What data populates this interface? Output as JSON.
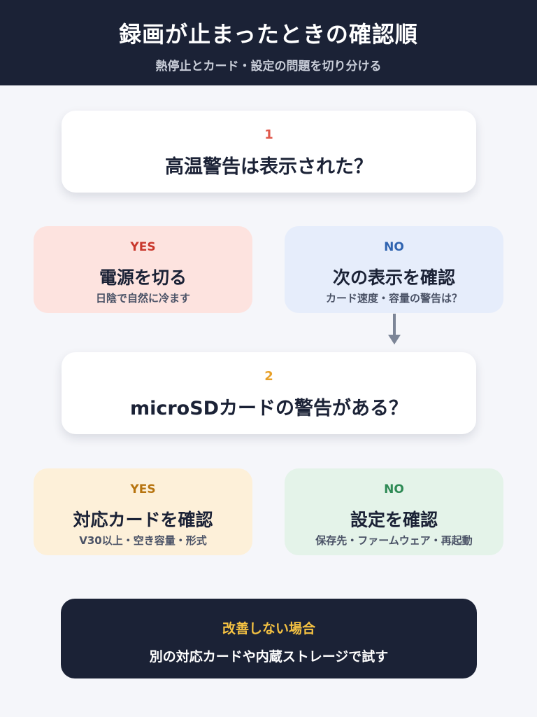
{
  "header": {
    "title": "録画が止まったときの確認順",
    "subtitle": "熱停止とカード・設定の問題を切り分ける"
  },
  "step1": {
    "number": "1",
    "question": "高温警告は表示された？",
    "yes": {
      "tag": "YES",
      "title": "電源を切る",
      "desc": "日陰で自然に冷ます"
    },
    "no": {
      "tag": "NO",
      "title": "次の表示を確認",
      "desc": "カード速度・容量の警告は？"
    }
  },
  "step2": {
    "number": "2",
    "question": "microSDカードの警告がある？",
    "yes": {
      "tag": "YES",
      "title": "対応カードを確認",
      "desc": "V30以上・空き容量・形式"
    },
    "no": {
      "tag": "NO",
      "title": "設定を確認",
      "desc": "保存先・ファームウェア・再起動"
    }
  },
  "final": {
    "title": "改善しない場合",
    "text": "別の対応カードや内蔵ストレージで試す"
  },
  "colors": {
    "header_bg": "#1b2236",
    "step1_number": "#e0584b",
    "step2_number": "#e8a028",
    "yes1_bg": "#fde3df",
    "yes1_accent": "#c9372c",
    "no1_bg": "#e6edfb",
    "no1_accent": "#2f63b0",
    "yes2_bg": "#fdf0d9",
    "yes2_accent": "#b7740f",
    "no2_bg": "#e4f3e9",
    "no2_accent": "#2e8a55",
    "final_title": "#f5c242",
    "arrow": "#7c8597"
  }
}
